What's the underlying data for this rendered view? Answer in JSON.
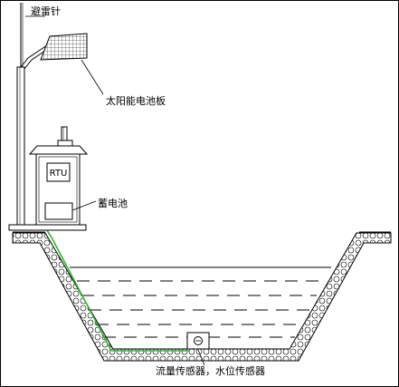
{
  "labels": {
    "lightning_rod": "避雷针",
    "solar_panel": "太阳能电池板",
    "battery": "蓄电池",
    "sensor": "流量传感器，水位传感器",
    "rtu": "RTU"
  },
  "colors": {
    "line": "#000000",
    "green_cable": "#2db82d",
    "background": "#ffffff"
  }
}
